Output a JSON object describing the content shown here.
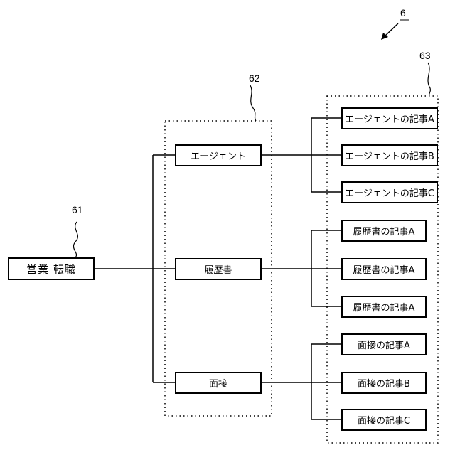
{
  "figure_label": "6",
  "root": {
    "ref": "61",
    "label": "営業 転職"
  },
  "level1": {
    "ref": "62",
    "items": [
      {
        "label": "エージェント"
      },
      {
        "label": "履歴書"
      },
      {
        "label": "面接"
      }
    ]
  },
  "level2": {
    "ref": "63",
    "items": [
      {
        "label": "エージェントの記事A"
      },
      {
        "label": "エージェントの記事B"
      },
      {
        "label": "エージェントの記事C"
      },
      {
        "label": "履歴書の記事A"
      },
      {
        "label": "履歴書の記事A"
      },
      {
        "label": "履歴書の記事A"
      },
      {
        "label": "面接の記事A"
      },
      {
        "label": "面接の記事B"
      },
      {
        "label": "面接の記事C"
      }
    ]
  }
}
